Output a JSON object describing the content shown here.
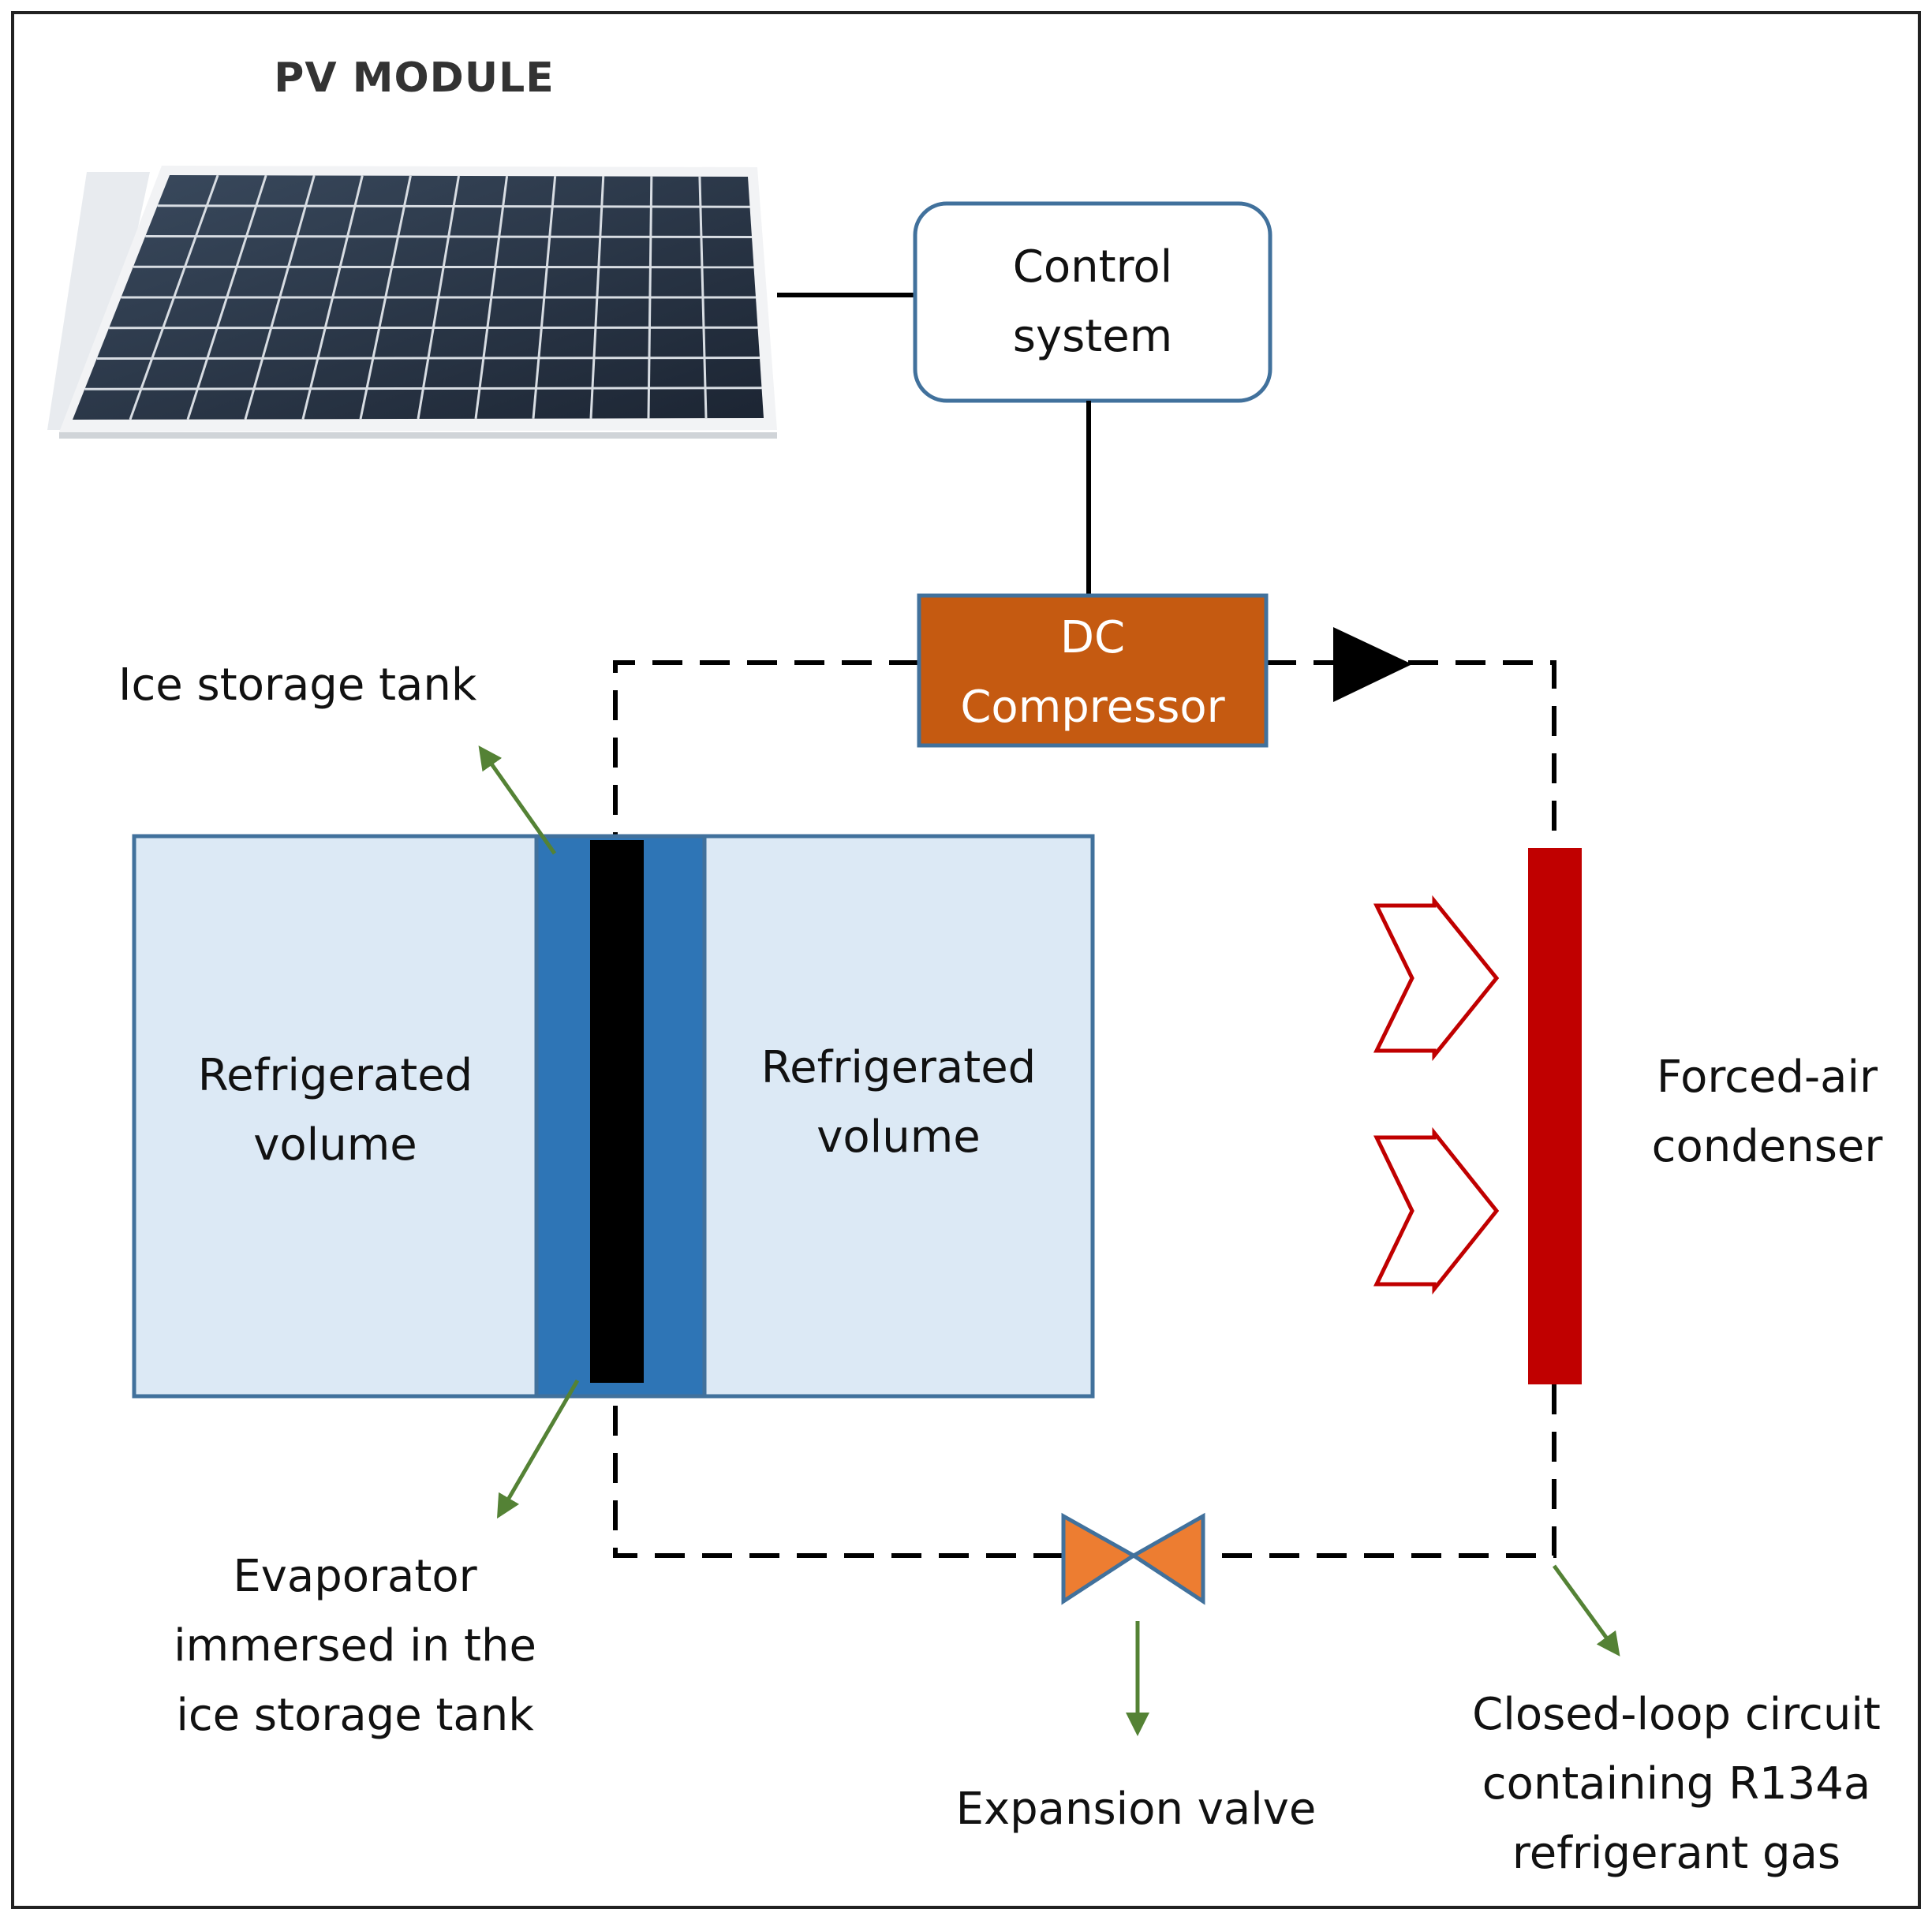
{
  "labels": {
    "pv_module": "PV MODULE",
    "control_system": [
      "Control",
      "system"
    ],
    "dc_compressor": [
      "DC",
      "Compressor"
    ],
    "ice_storage_tank": "Ice storage tank",
    "refrigerated_volume_left": [
      "Refrigerated",
      "volume"
    ],
    "refrigerated_volume_right": [
      "Refrigerated",
      "volume"
    ],
    "forced_air_condenser": [
      "Forced-air",
      "condenser"
    ],
    "evaporator": [
      "Evaporator",
      "immersed in the",
      "ice storage tank"
    ],
    "expansion_valve": "Expansion valve",
    "closed_loop": [
      "Closed-loop circuit",
      "containing R134a",
      "refrigerant gas"
    ]
  },
  "colors": {
    "compressor_fill": "#c55a11",
    "refrigerated_fill": "#dce9f5",
    "tank_fill": "#2e75b6",
    "box_border": "#41719c",
    "evaporator_fill": "#000000",
    "condenser_fill": "#c00000",
    "valve_fill": "#ed7d31",
    "pointer_green": "#548235",
    "airflow_red": "#c00000"
  },
  "icons": [
    "solar-panel-icon",
    "airflow-arrow-icon",
    "expansion-valve-icon",
    "flow-direction-arrow-icon"
  ]
}
